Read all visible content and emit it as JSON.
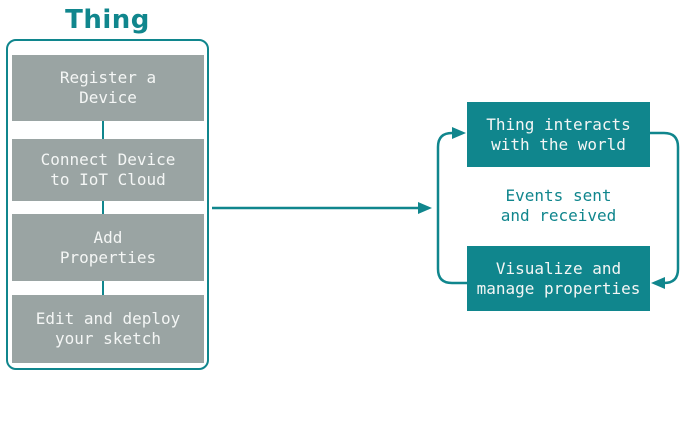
{
  "colors": {
    "teal": "#10868D",
    "gray": "#9AA4A3",
    "box_text": "#F4F6F5",
    "background": "#FFFFFF"
  },
  "flow": {
    "title": "Thing",
    "steps": [
      {
        "label": "Register a\nDevice"
      },
      {
        "label": "Connect Device\nto IoT Cloud"
      },
      {
        "label": "Add\nProperties"
      },
      {
        "label": "Edit and deploy\nyour sketch"
      }
    ]
  },
  "cycle": {
    "top_box": "Thing interacts\nwith the world",
    "middle_label": "Events sent\nand received",
    "bottom_box": "Visualize and\nmanage properties"
  }
}
